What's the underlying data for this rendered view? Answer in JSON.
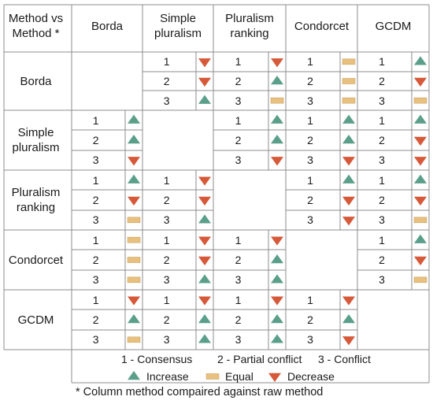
{
  "corner_header": "Method vs Method *",
  "column_headers": [
    "Borda",
    "Simple pluralism",
    "Pluralism ranking",
    "Condorcet",
    "GCDM"
  ],
  "row_headers": [
    "Borda",
    "Simple pluralism",
    "Pluralism ranking",
    "Condorcet",
    "GCDM"
  ],
  "colors": {
    "increase": "#5B9F8A",
    "equal": "#E8C07F",
    "decrease": "#D6593A",
    "grid": "#8c8c8c"
  },
  "cells": [
    [
      null,
      [
        "decrease",
        "decrease",
        "increase"
      ],
      [
        "decrease",
        "increase",
        "equal"
      ],
      [
        "equal",
        "equal",
        "equal"
      ],
      [
        "increase",
        "decrease",
        "equal"
      ]
    ],
    [
      [
        "increase",
        "increase",
        "decrease"
      ],
      null,
      [
        "increase",
        "increase",
        "decrease"
      ],
      [
        "increase",
        "increase",
        "decrease"
      ],
      [
        "increase",
        "decrease",
        "decrease"
      ]
    ],
    [
      [
        "increase",
        "decrease",
        "equal"
      ],
      [
        "decrease",
        "decrease",
        "increase"
      ],
      null,
      [
        "increase",
        "decrease",
        "decrease"
      ],
      [
        "increase",
        "decrease",
        "equal"
      ]
    ],
    [
      [
        "equal",
        "equal",
        "equal"
      ],
      [
        "decrease",
        "decrease",
        "increase"
      ],
      [
        "decrease",
        "increase",
        "increase"
      ],
      null,
      [
        "increase",
        "decrease",
        "equal"
      ]
    ],
    [
      [
        "decrease",
        "increase",
        "equal"
      ],
      [
        "decrease",
        "increase",
        "increase"
      ],
      [
        "decrease",
        "increase",
        "increase"
      ],
      [
        "decrease",
        "increase",
        "decrease"
      ],
      null
    ]
  ],
  "row_numbers": [
    "1",
    "2",
    "3"
  ],
  "legend": {
    "levels": [
      "1 - Consensus",
      "2 - Partial conflict",
      "3 - Conflict"
    ],
    "increase": "Increase",
    "equal": "Equal",
    "decrease": "Decrease"
  },
  "footnote": "* Column method compaired against raw method"
}
